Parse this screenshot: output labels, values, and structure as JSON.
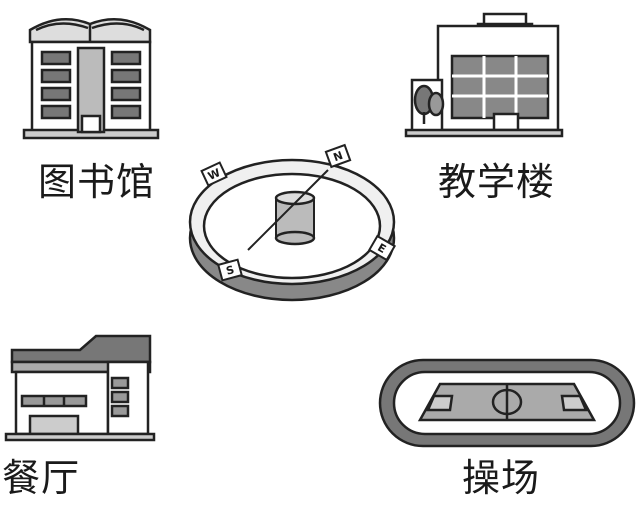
{
  "places": {
    "library": "图书馆",
    "teaching_building": "教学楼",
    "canteen": "餐厅",
    "playground": "操场"
  },
  "compass": {
    "north": "N",
    "south": "S",
    "east": "E",
    "west": "W"
  }
}
